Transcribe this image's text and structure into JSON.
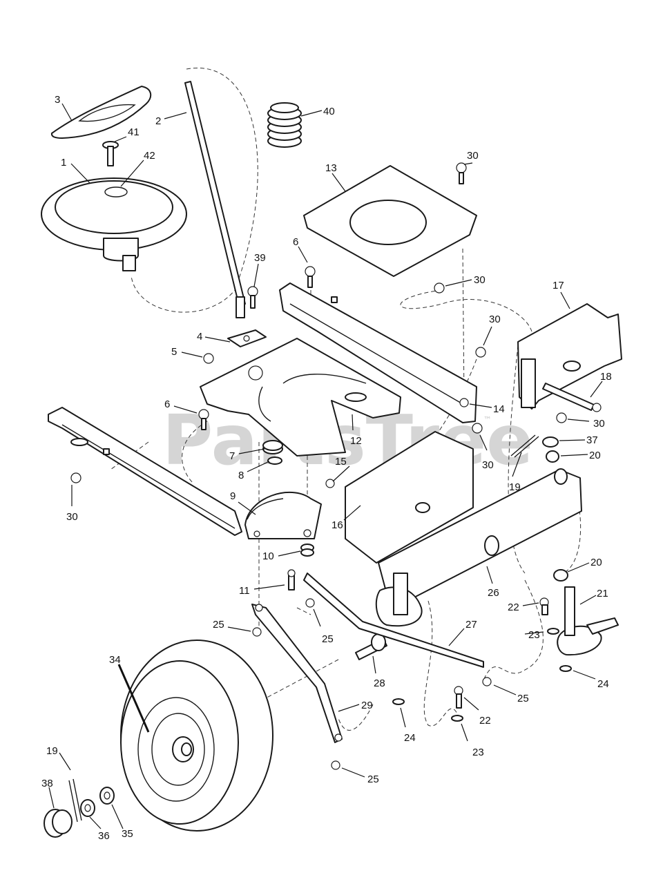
{
  "watermark": {
    "text": "PartsTree",
    "trademark": "™"
  },
  "callouts": [
    "1",
    "2",
    "3",
    "4",
    "5",
    "6",
    "6",
    "7",
    "8",
    "9",
    "10",
    "11",
    "12",
    "13",
    "14",
    "15",
    "16",
    "17",
    "18",
    "19",
    "19",
    "20",
    "20",
    "21",
    "22",
    "22",
    "23",
    "23",
    "24",
    "24",
    "25",
    "25",
    "25",
    "25",
    "26",
    "27",
    "28",
    "29",
    "30",
    "30",
    "30",
    "30",
    "30",
    "30",
    "34",
    "35",
    "36",
    "37",
    "38",
    "39",
    "40",
    "41",
    "42"
  ]
}
